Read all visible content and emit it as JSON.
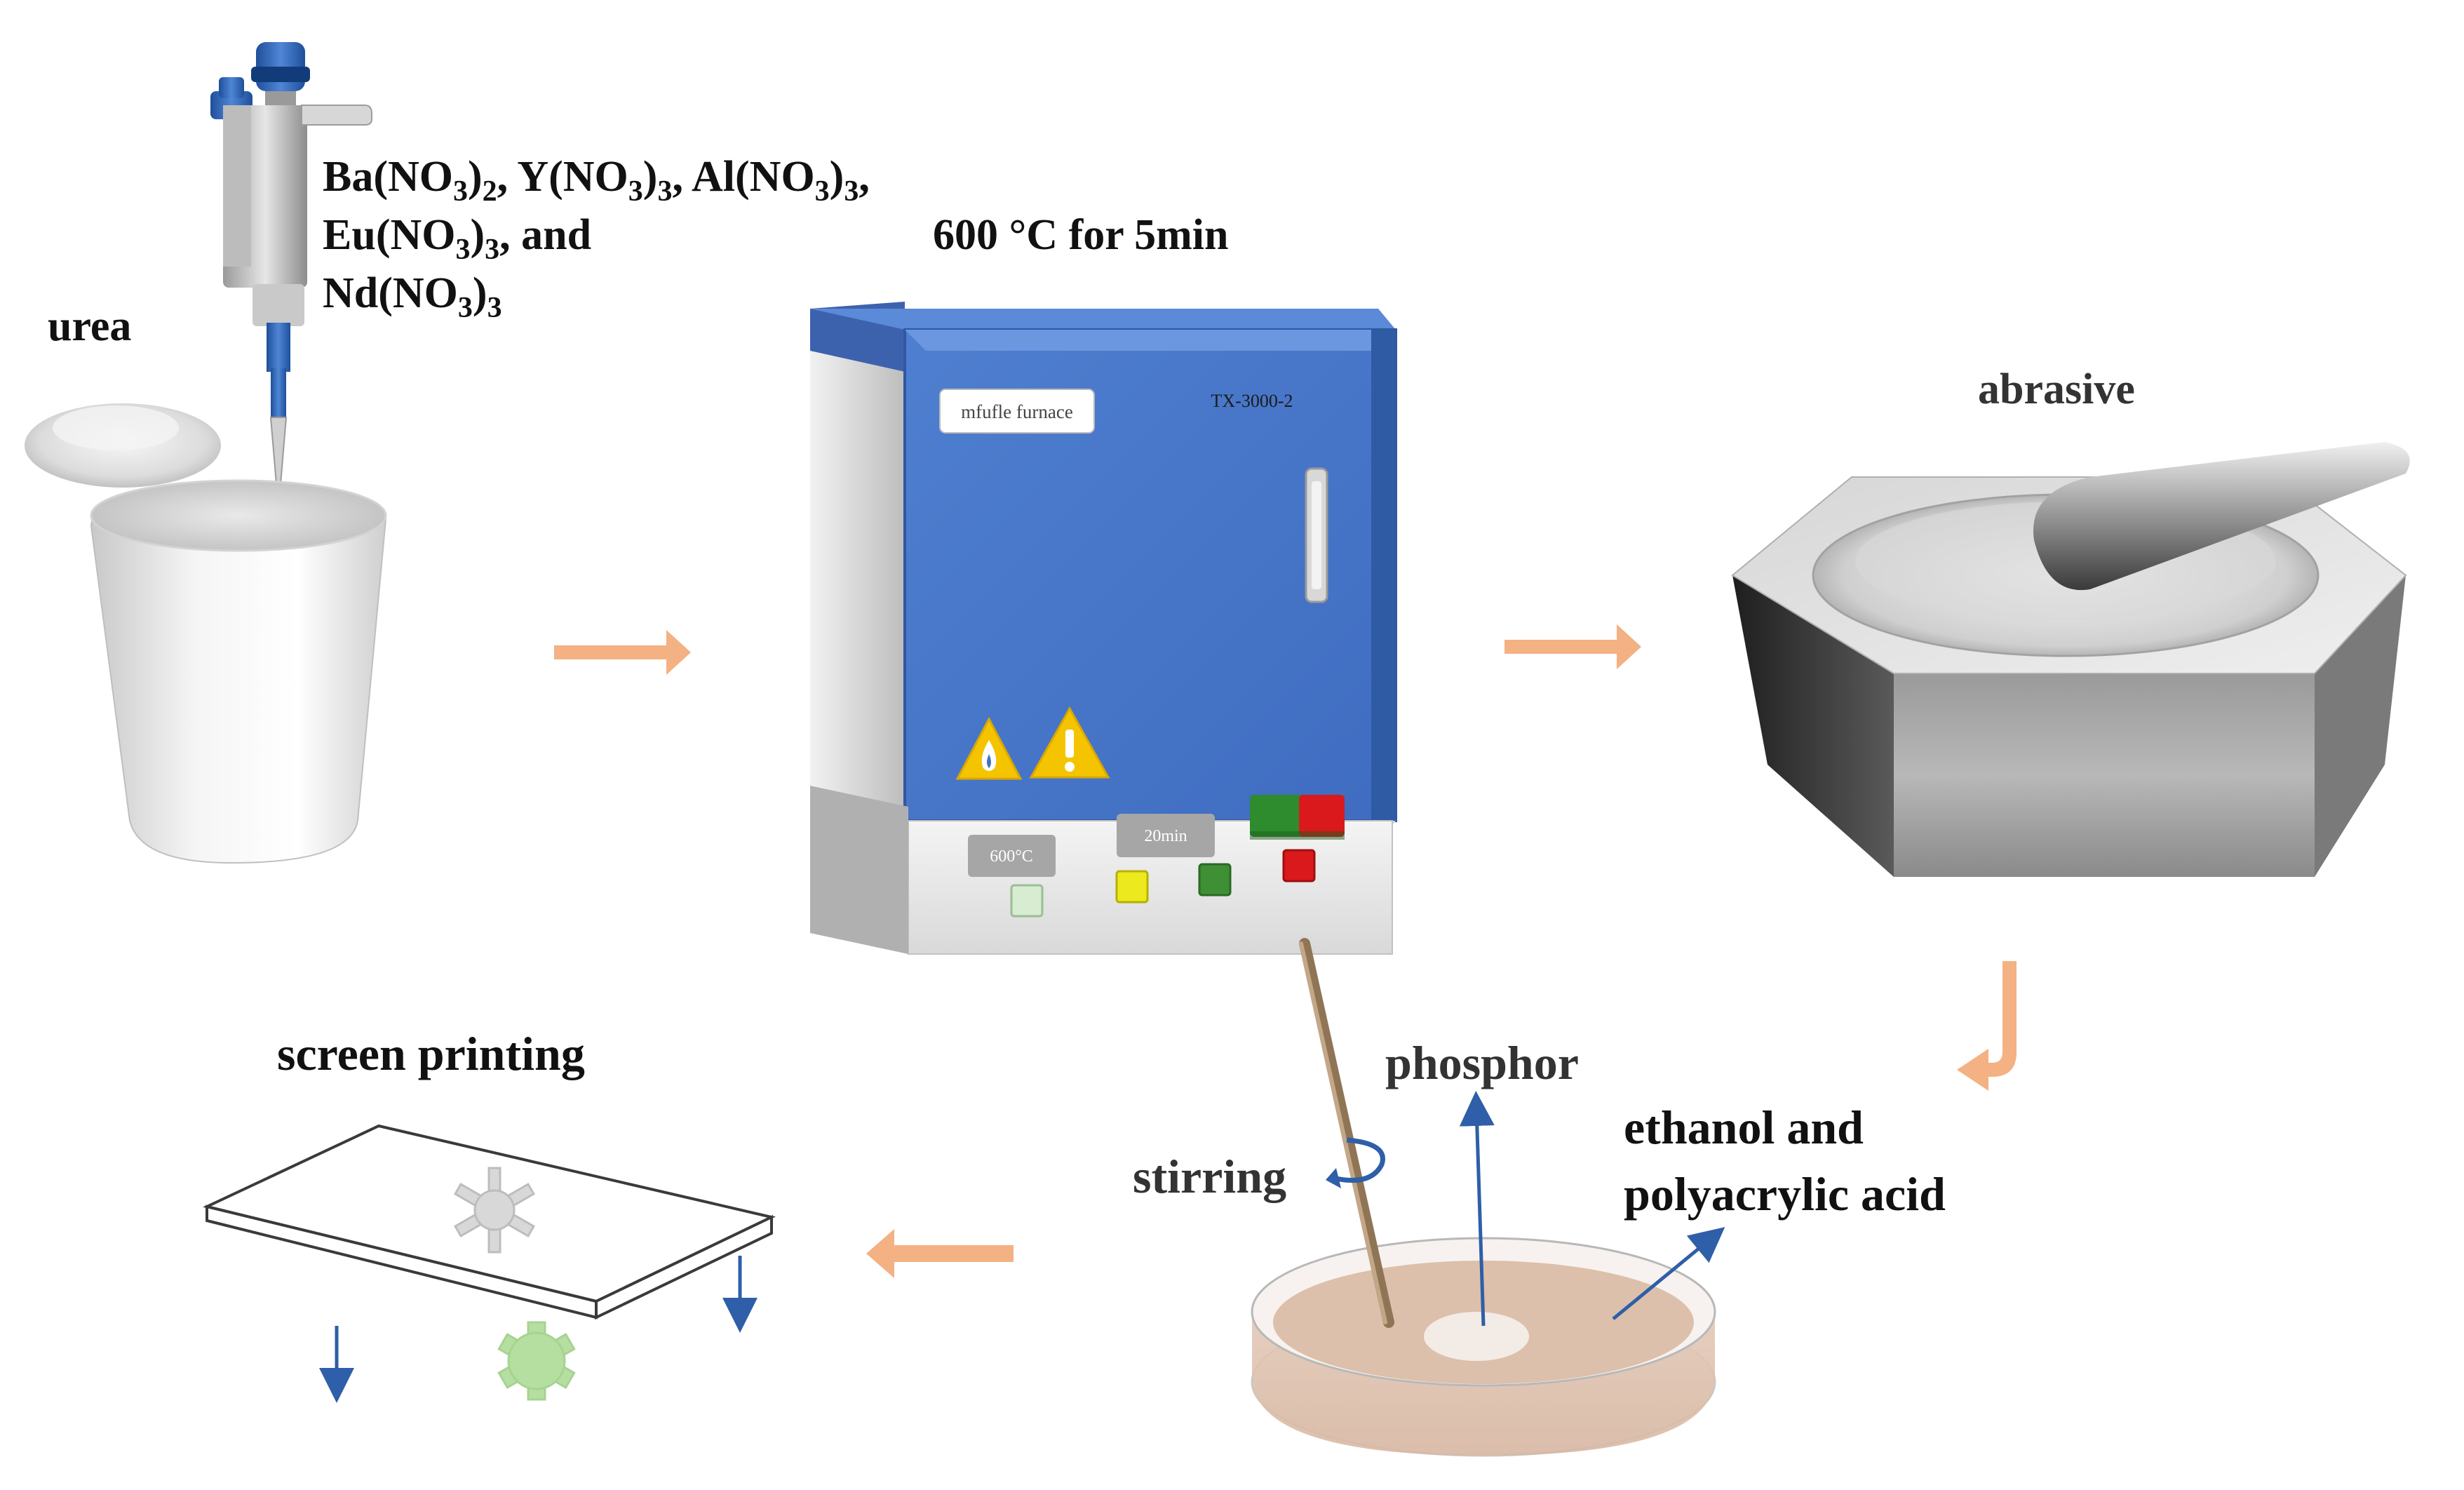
{
  "labels": {
    "reagents_line1_parts": [
      "Ba(NO",
      "3",
      ")",
      "2",
      ", Y(NO",
      "3",
      ")",
      "3",
      ", Al(NO",
      "3",
      ")",
      "3",
      ","
    ],
    "reagents_line2_parts": [
      "Eu(NO",
      "3",
      ")",
      "3",
      ", and"
    ],
    "reagents_line3_parts": [
      "Nd(NO",
      "3",
      ")",
      "3"
    ],
    "urea": "urea",
    "furnace_condition": "600 °C for 5min",
    "abrasive": "abrasive",
    "phosphor": "phosphor",
    "stirring": "stirring",
    "solvent_line1": "ethanol and",
    "solvent_line2": "polyacrylic acid",
    "screen_printing": "screen printing"
  },
  "furnace": {
    "brand_label": "mfufle furnace",
    "model": "TX-3000-2",
    "temp_display": "600°C",
    "time_display": "20min"
  },
  "colors": {
    "arrow": "#f4b183",
    "furnace_blue": "#4472c4",
    "pointer_blue": "#2e5fa8",
    "warning_yellow": "#f5c400"
  }
}
